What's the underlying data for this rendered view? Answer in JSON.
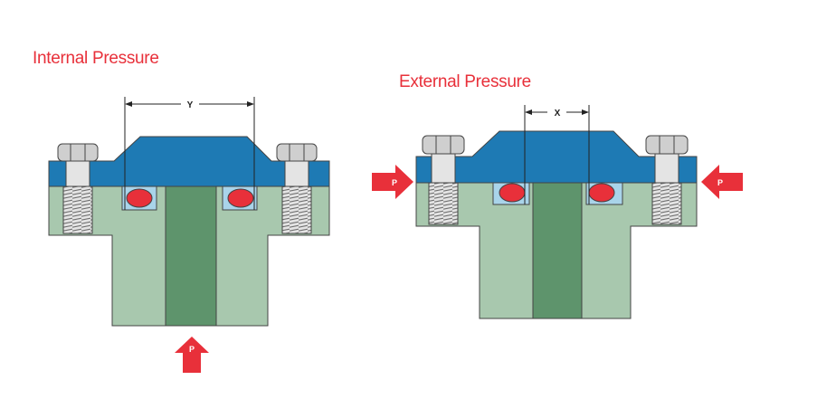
{
  "internal": {
    "title": "Internal Pressure",
    "dimension_label": "Y",
    "pressure_label": "P"
  },
  "external": {
    "title": "External Pressure",
    "dimension_label": "X",
    "pressure_label_left": "P",
    "pressure_label_right": "P"
  },
  "colors": {
    "title_red": "#e8303a",
    "cap_blue": "#1e7ab4",
    "body_light_green": "#a8c8ae",
    "core_dark_green": "#5e946c",
    "oring_red": "#e8303a",
    "groove_blue": "#a9d4ea",
    "bolt_gray": "#cfcfcf",
    "arrow_red": "#e8303a"
  }
}
